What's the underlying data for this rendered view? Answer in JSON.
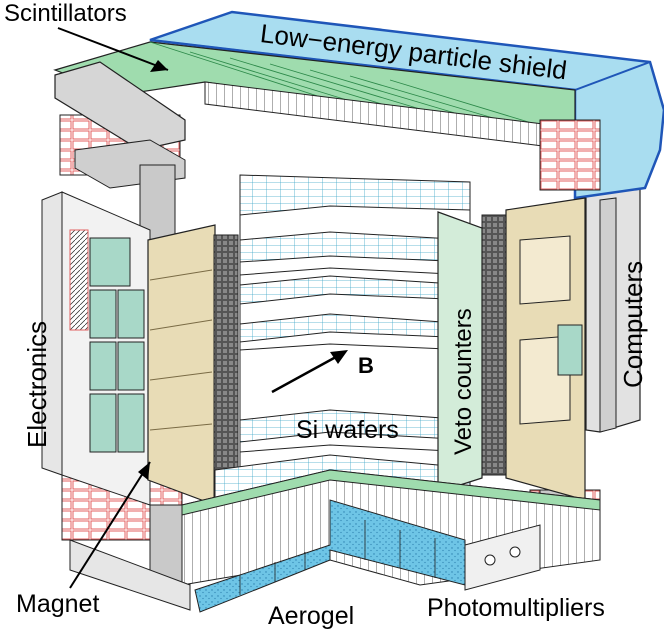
{
  "labels": {
    "scintillators": "Scintillators",
    "shield": "Low−energy particle shield",
    "electronics": "Electronics",
    "computers": "Computers",
    "veto": "Veto counters",
    "si_wafers": "Si wafers",
    "field": "B",
    "magnet": "Magnet",
    "aerogel": "Aerogel",
    "photomultipliers": "Photomultipliers"
  },
  "colors": {
    "shield": "#a9ddf0",
    "shield_edge": "#1f56b8",
    "scintillator": "#9fdcae",
    "magnet": "#e8dcb6",
    "electronics": "#a8d8c8",
    "veto": "#d3ecd9",
    "aerogel": "#6ec5e6",
    "wafer_grid": "#3fa6c9",
    "brick": "#e36060",
    "metal": "#d6d6d6"
  }
}
